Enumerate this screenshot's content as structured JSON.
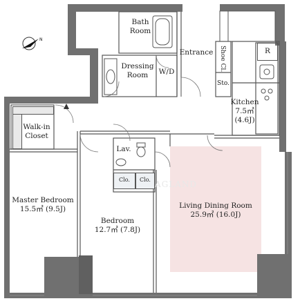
{
  "rooms": {
    "bath": {
      "line1": "Bath",
      "line2": "Room"
    },
    "dressing": {
      "line1": "Dressing",
      "line2": "Room"
    },
    "wd": "W/D",
    "entrance": "Entrance",
    "shoe_closet": "Shoe Cl.",
    "storage": "Sto.",
    "refrigerator": "R",
    "kitchen": {
      "name": "Kitchen",
      "area": "7.5㎡",
      "mats": "(4.6J)"
    },
    "walkin": {
      "line1": "Walk-in",
      "line2": "Closet"
    },
    "lavatory": "Lav.",
    "closet_a": "Clo.",
    "closet_b": "Clo.",
    "master": {
      "name": "Master Bedroom",
      "area": "15.5㎡  (9.5J)"
    },
    "bedroom": {
      "name": "Bedroom",
      "area": "12.7㎡  (7.8J)"
    },
    "living": {
      "name": "Living Dining Room",
      "area": "25.9㎡  (16.0J)"
    }
  },
  "watermark": "RAGLAND",
  "colors": {
    "wall": "#707070",
    "wall_dark": "#606060",
    "living_tint": "#f6e3e3",
    "closet_fill": "#e8e8e8",
    "line": "#555555"
  },
  "icons": [
    "north-arrow-icon",
    "bathtub-icon",
    "toilet-icon",
    "sink-icon",
    "stove-icon",
    "door-swing-icon"
  ]
}
